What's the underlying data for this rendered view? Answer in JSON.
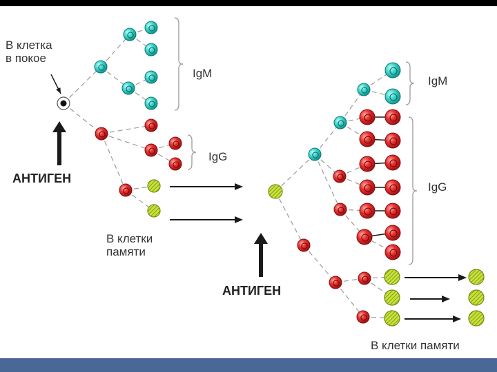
{
  "labels": {
    "resting_b_cell": "В клетка\nв покое",
    "antigen_1": "АНТИГЕН",
    "igm_1": "IgM",
    "igg_1": "IgG",
    "memory_b_cells_1": "В клетки\nпамяти",
    "antigen_2": "АНТИГЕН",
    "igm_2": "IgM",
    "igg_2": "IgG",
    "memory_b_cells_2": "В клетки памяти"
  },
  "colors": {
    "cyan_cell": "#2fc7bf",
    "red_cell": "#e02828",
    "yellow_cell": "#b7d62a",
    "line": "#9a9a9a",
    "arrow": "#1a1a1a",
    "bottom_bar": "#4a6896"
  }
}
